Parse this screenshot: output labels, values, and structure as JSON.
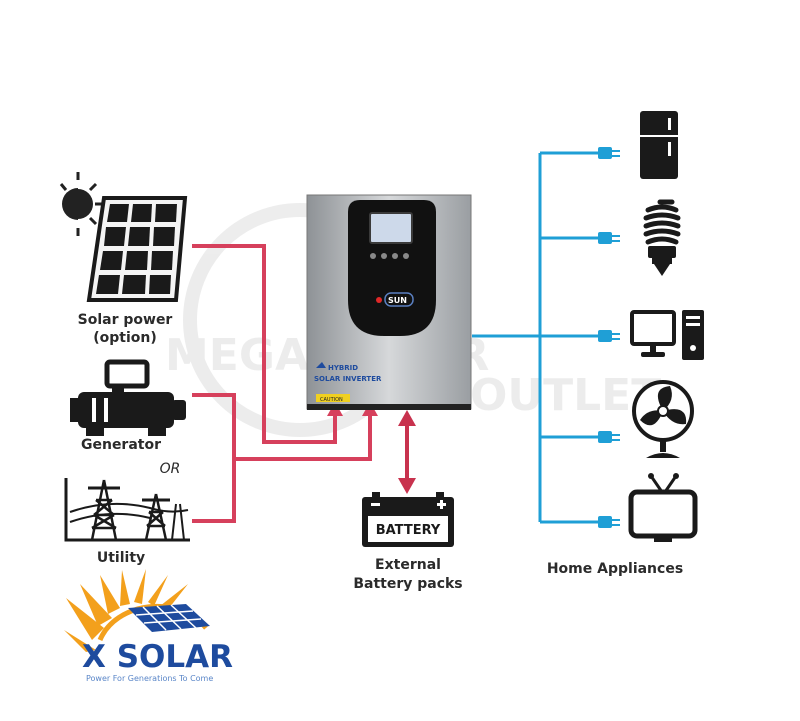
{
  "sources": {
    "solar": {
      "line1": "Solar power",
      "line2": "(option)"
    },
    "generator": "Generator",
    "or": "OR",
    "utility": "Utility"
  },
  "inverter": {
    "line1": "HYBRID",
    "line2": "SOLAR INVERTER",
    "brand": "SUN",
    "warning": "CAUTION"
  },
  "battery": {
    "label": "BATTERY",
    "caption_line1": "External",
    "caption_line2": "Battery packs"
  },
  "appliances": {
    "caption": "Home Appliances",
    "items": [
      "refrigerator-icon",
      "cfl-bulb-icon",
      "computer-icon",
      "fan-icon",
      "tv-icon"
    ]
  },
  "watermark": {
    "line1": "MEGA SOLAR",
    "line2": "OUTLET"
  },
  "logo": {
    "name": "X SOLAR",
    "tagline": "Power For Generations To Come"
  },
  "colors": {
    "input_wire": "#d6405c",
    "output_wire": "#1f9fd6",
    "battery_wire": "#c8324e",
    "logo_blue": "#1e4b9e",
    "logo_orange": "#f3a01c"
  }
}
